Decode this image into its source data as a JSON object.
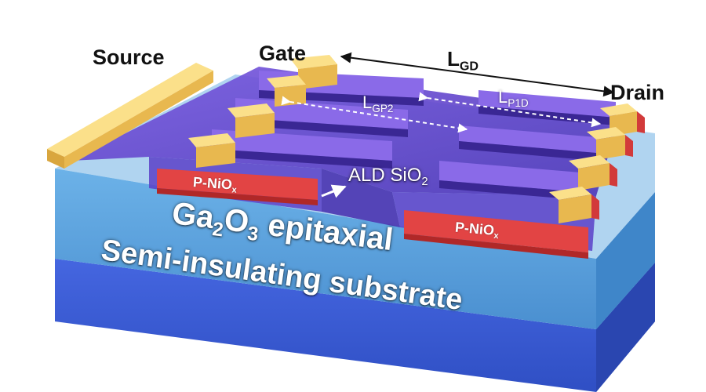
{
  "labels": {
    "source": "Source",
    "gate": "Gate",
    "drain": "Drain",
    "lgd_main": "L",
    "lgd_sub": "GD",
    "lgp2_main": "L",
    "lgp2_sub": "GP2",
    "lp1d_main": "L",
    "lp1d_sub": "P1D",
    "ald_main": "ALD SiO",
    "ald_sub": "2",
    "pnio_left_main": "P-NiO",
    "pnio_left_sub": "x",
    "pnio_right_main": "P-NiO",
    "pnio_right_sub": "x",
    "ga_a": "Ga",
    "ga_sub1": "2",
    "ga_b": "O",
    "ga_sub2": "3",
    "ga_c": " epitaxial",
    "substrate": "Semi-insulating substrate"
  },
  "colors": {
    "metal": "#f7cf6a",
    "metal_dark": "#d9a63e",
    "sio2": "#6b4bd3",
    "sio2_dark": "#3f2a9e",
    "nio": "#e24444",
    "ga2o3": "#5aa3dc",
    "substrate": "#3d5fd8"
  }
}
